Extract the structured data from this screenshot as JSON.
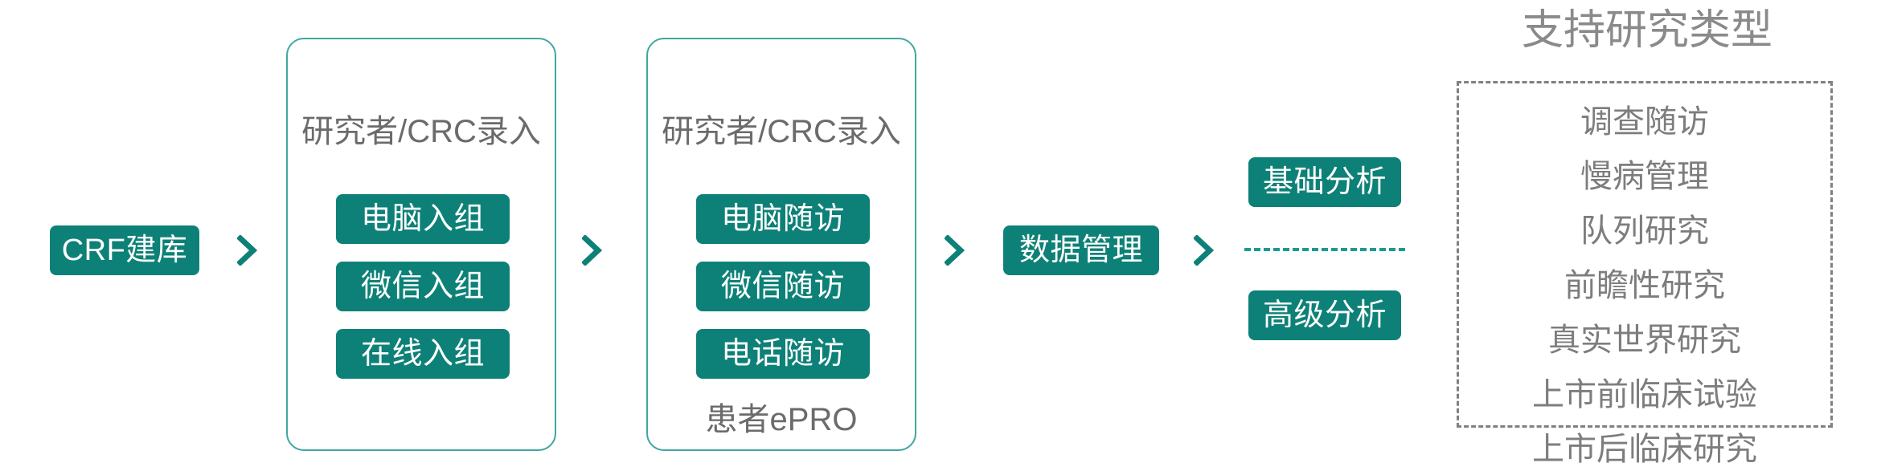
{
  "theme": {
    "teal": "#0d8177",
    "teal_border": "#3ea89f",
    "teal_dash": "#1b9a90",
    "gray_text": "#7d7d7d",
    "gray_dash": "#808080",
    "background": "#ffffff"
  },
  "flow": {
    "start": {
      "label": "CRF建库"
    },
    "arrows": [
      {
        "name": "arrow-1",
        "glyph": "chevron-right-icon"
      },
      {
        "name": "arrow-2",
        "glyph": "chevron-right-icon"
      },
      {
        "name": "arrow-3",
        "glyph": "chevron-right-icon"
      },
      {
        "name": "arrow-4",
        "glyph": "chevron-right-icon"
      }
    ],
    "enrollment_card": {
      "title": "研究者/CRC录入",
      "options": [
        {
          "label": "电脑入组"
        },
        {
          "label": "微信入组"
        },
        {
          "label": "在线入组"
        }
      ]
    },
    "followup_card": {
      "title": "研究者/CRC录入",
      "options": [
        {
          "label": "电脑随访"
        },
        {
          "label": "微信随访"
        },
        {
          "label": "电话随访"
        }
      ],
      "footer": "患者ePRO"
    },
    "data_management": {
      "label": "数据管理"
    },
    "analysis": {
      "basic": "基础分析",
      "advanced": "高级分析"
    }
  },
  "study_types_panel": {
    "title": "支持研究类型",
    "items": [
      {
        "label": "调查随访"
      },
      {
        "label": "慢病管理"
      },
      {
        "label": "队列研究"
      },
      {
        "label": "前瞻性研究"
      },
      {
        "label": "真实世界研究"
      },
      {
        "label": "上市前临床试验"
      },
      {
        "label": "上市后临床研究"
      }
    ]
  }
}
